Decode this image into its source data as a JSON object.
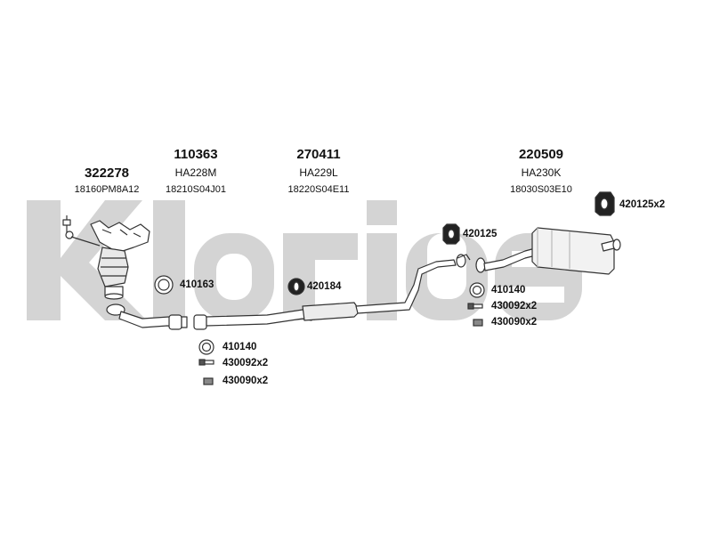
{
  "watermark": {
    "text": "Klarius",
    "color": "#d2d2d2"
  },
  "groups": [
    {
      "number": "322278",
      "model": "",
      "oem": "18160PM8A12"
    },
    {
      "number": "110363",
      "model": "HA228M",
      "oem": "18210S04J01"
    },
    {
      "number": "270411",
      "model": "HA229L",
      "oem": "18220S04E11"
    },
    {
      "number": "220509",
      "model": "HA230K",
      "oem": "18030S03E10"
    }
  ],
  "fittings": {
    "f1": "420125x2",
    "f2": "420125",
    "f3": "410163",
    "f4": "420184",
    "f5": "410140",
    "f6": "430092x2",
    "f7": "430090x2",
    "f8": "410140",
    "f9": "430092x2",
    "f10": "430090x2"
  },
  "colors": {
    "line": "#333333",
    "part_fill": "#ffffff",
    "shade": "#bbbbbb"
  }
}
